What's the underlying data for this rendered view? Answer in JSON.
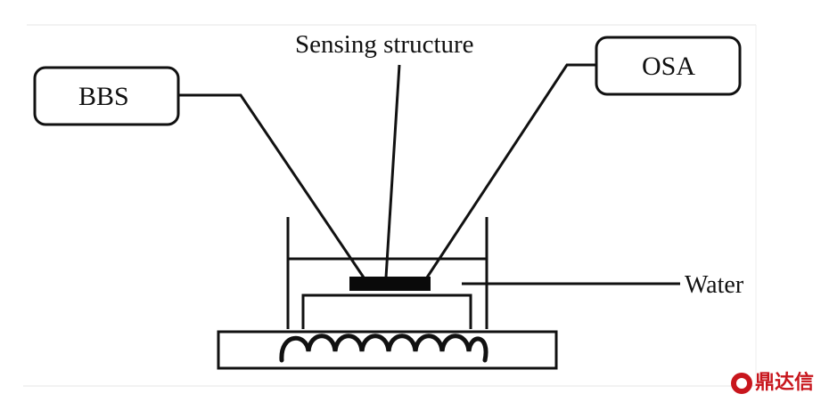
{
  "labels": {
    "bbs": "BBS",
    "osa": "OSA",
    "sensing_structure": "Sensing structure",
    "water": "Water"
  },
  "watermark": {
    "text": "鼎达信",
    "color": "#c8161d"
  }
}
